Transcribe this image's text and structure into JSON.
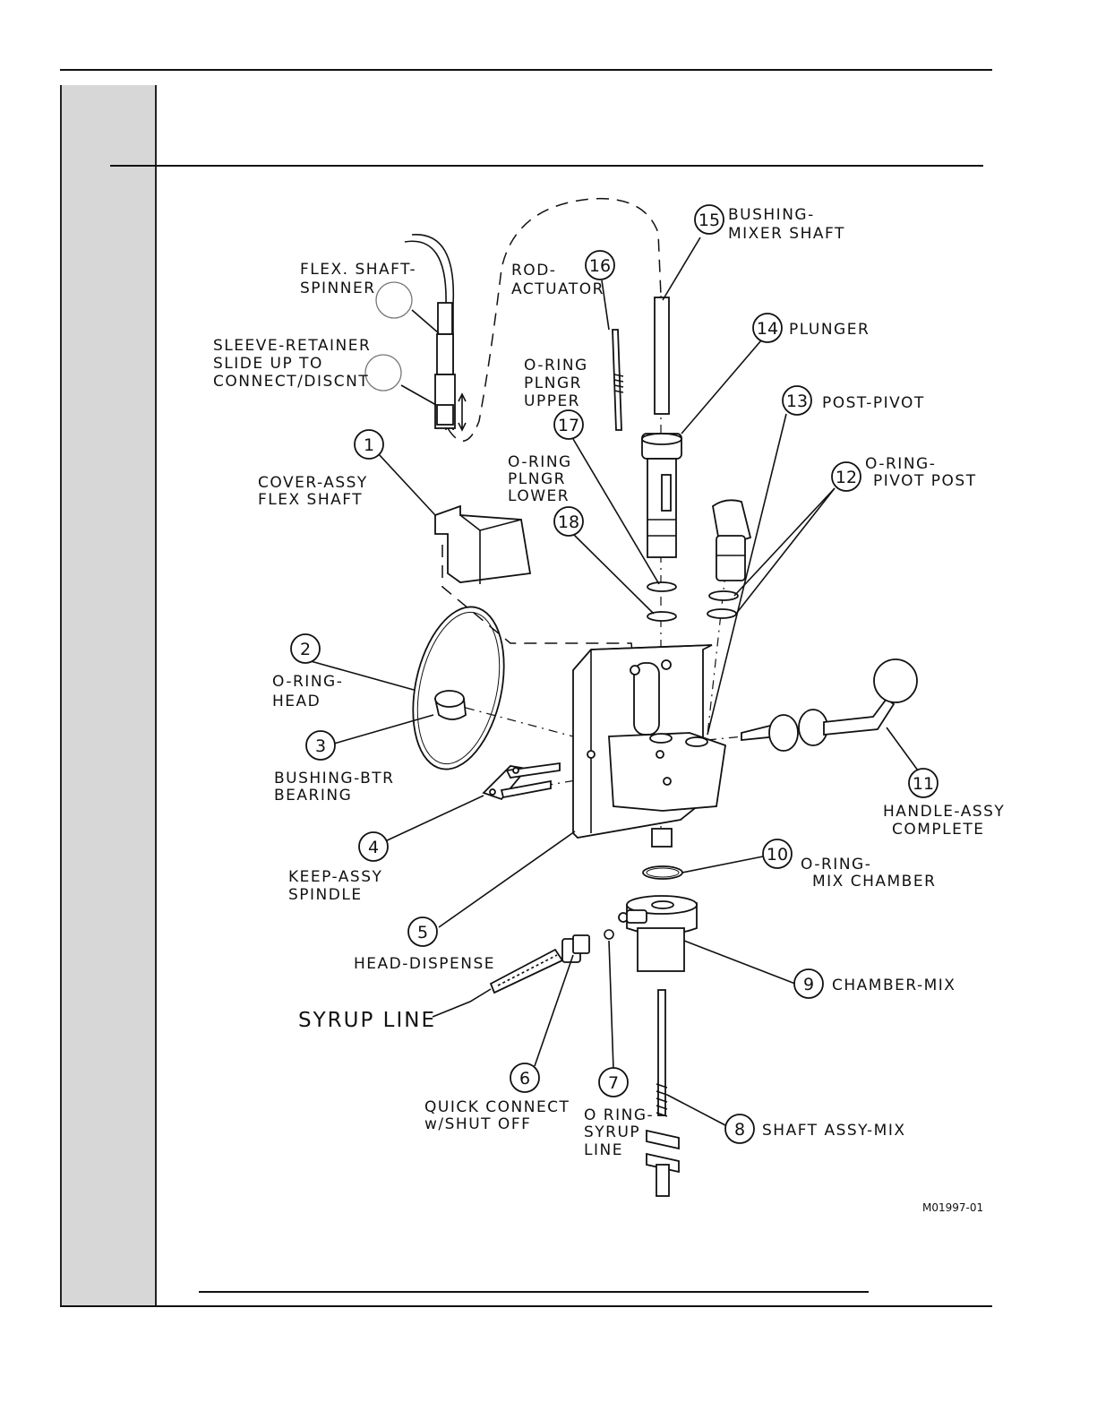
{
  "drawing_number": "M01997-01",
  "callouts": [
    {
      "id": "c1",
      "number": "1",
      "lines": [
        "COVER-ASSY",
        "FLEX SHAFT"
      ]
    },
    {
      "id": "c2",
      "number": "2",
      "lines": [
        "O-RING-",
        "HEAD"
      ]
    },
    {
      "id": "c3",
      "number": "3",
      "lines": [
        "BUSHING-BTR",
        "BEARING"
      ]
    },
    {
      "id": "c4",
      "number": "4",
      "lines": [
        "KEEP-ASSY",
        "SPINDLE"
      ]
    },
    {
      "id": "c5",
      "number": "5",
      "lines": [
        "HEAD-DISPENSE"
      ]
    },
    {
      "id": "c6",
      "number": "6",
      "lines": [
        "QUICK CONNECT",
        "w/SHUT OFF"
      ]
    },
    {
      "id": "c7",
      "number": "7",
      "lines": [
        "O RING-",
        "SYRUP",
        "LINE"
      ]
    },
    {
      "id": "c8",
      "number": "8",
      "lines": [
        "SHAFT ASSY-MIX"
      ]
    },
    {
      "id": "c9",
      "number": "9",
      "lines": [
        "CHAMBER-MIX"
      ]
    },
    {
      "id": "c10",
      "number": "10",
      "lines": [
        "O-RING-",
        "MIX CHAMBER"
      ]
    },
    {
      "id": "c11",
      "number": "11",
      "lines": [
        "HANDLE-ASSY",
        "COMPLETE"
      ]
    },
    {
      "id": "c12",
      "number": "12",
      "lines": [
        "O-RING-",
        "PIVOT POST"
      ]
    },
    {
      "id": "c13",
      "number": "13",
      "lines": [
        "POST-PIVOT"
      ]
    },
    {
      "id": "c14",
      "number": "14",
      "lines": [
        "PLUNGER"
      ]
    },
    {
      "id": "c15",
      "number": "15",
      "lines": [
        "BUSHING-",
        "MIXER SHAFT"
      ]
    },
    {
      "id": "c16",
      "number": "16",
      "lines": [
        "ROD-",
        "ACTUATOR"
      ]
    },
    {
      "id": "c17",
      "number": "17",
      "lines": [
        "O-RING",
        "PLNGR",
        "UPPER"
      ]
    },
    {
      "id": "c18",
      "number": "18",
      "lines": [
        "O-RING",
        "PLNGR",
        "LOWER"
      ]
    }
  ],
  "unnumbered_labels": [
    {
      "id": "u1",
      "lines": [
        "FLEX. SHAFT-",
        "SPINNER"
      ]
    },
    {
      "id": "u2",
      "lines": [
        "SLEEVE-RETAINER",
        "SLIDE UP TO",
        "CONNECT/DISCNT"
      ]
    },
    {
      "id": "u3",
      "lines": [
        "SYRUP LINE"
      ]
    }
  ]
}
